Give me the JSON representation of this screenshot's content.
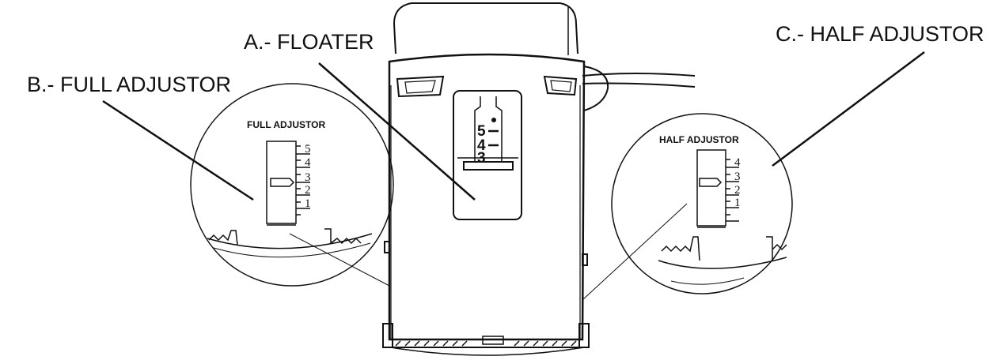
{
  "labels": {
    "floater": "A.- FLOATER",
    "full_adjustor": "B.- FULL ADJUSTOR",
    "half_adjustor": "C.- HALF ADJUSTOR"
  },
  "full_inset": {
    "title": "FULL ADJUSTOR",
    "ticks": [
      "5",
      "4",
      "3",
      "2",
      "1"
    ]
  },
  "half_inset": {
    "title": "HALF ADJUSTOR",
    "ticks": [
      "4",
      "3",
      "2",
      "1"
    ]
  },
  "floater_window": {
    "ticks": [
      "5",
      "4",
      "3"
    ]
  }
}
